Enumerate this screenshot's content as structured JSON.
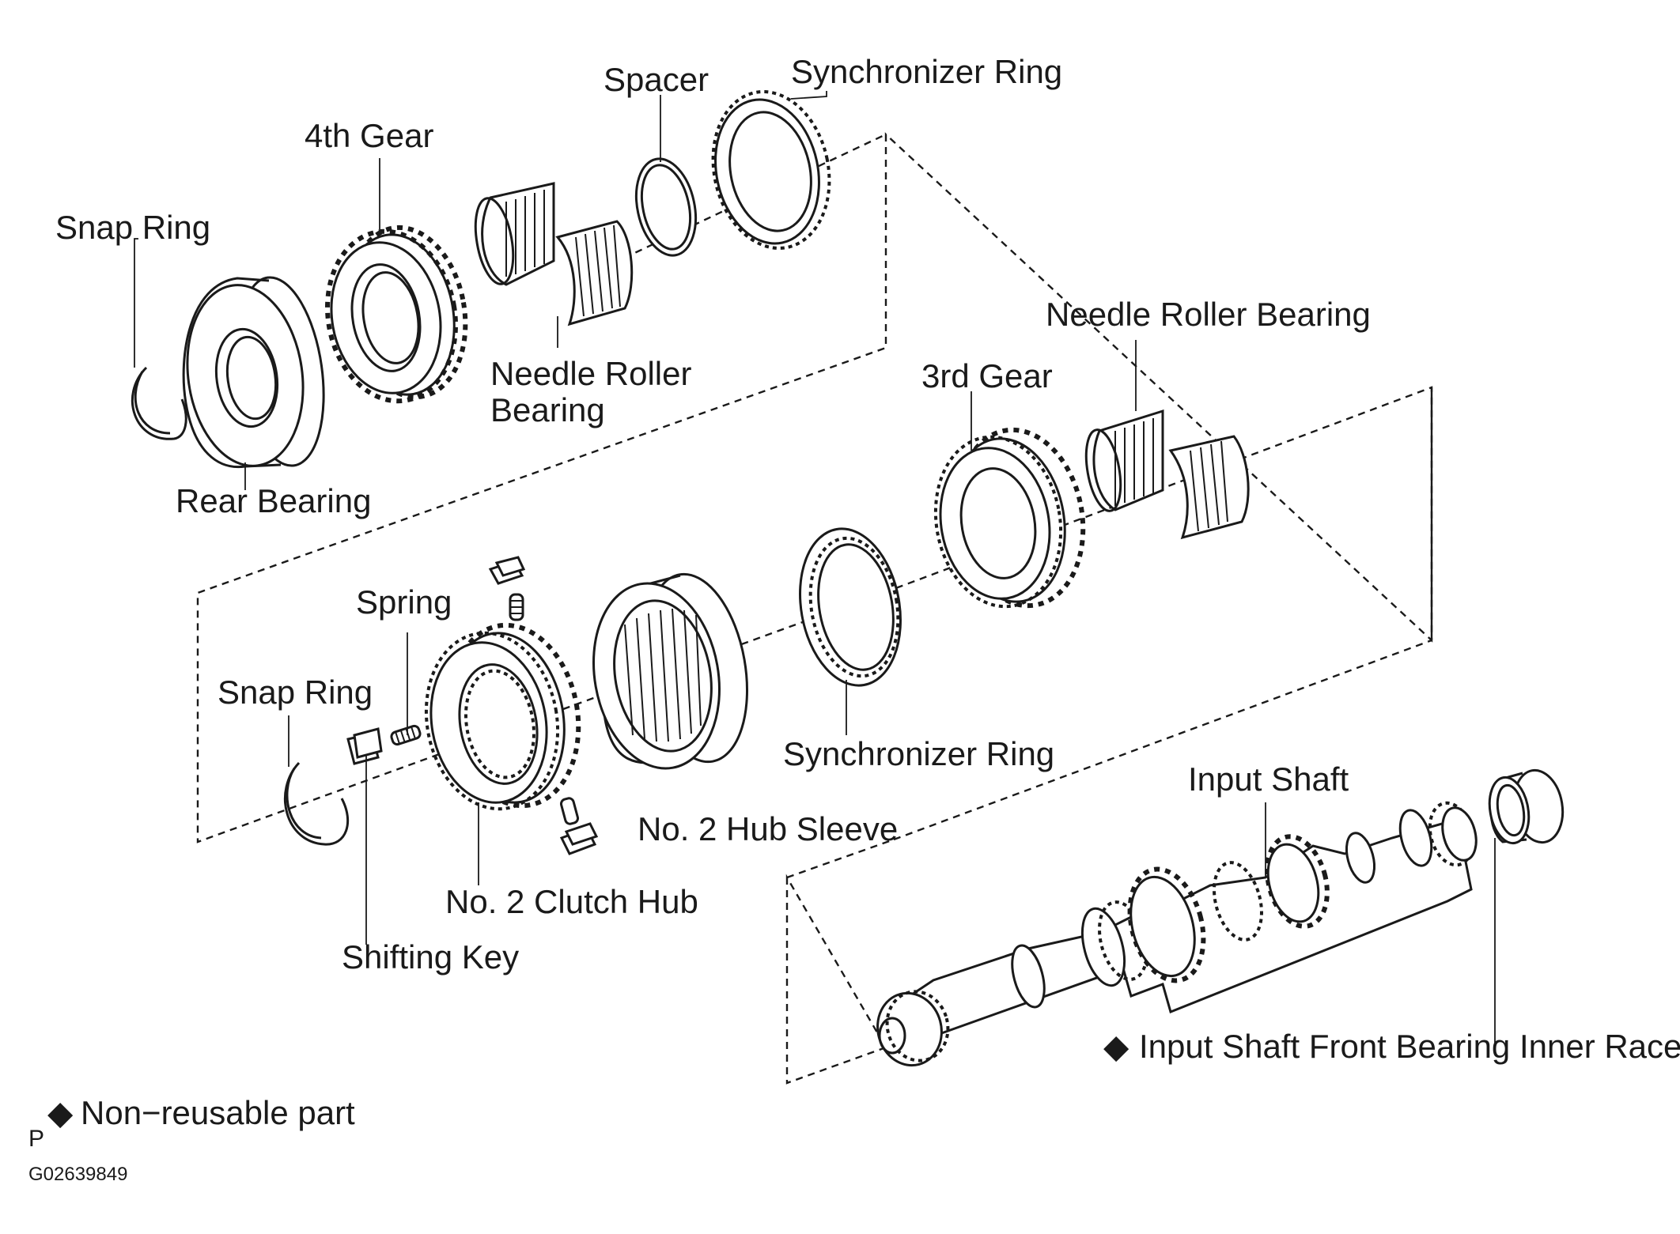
{
  "labels": {
    "spacer": "Spacer",
    "synchronizer_ring_top": "Synchronizer Ring",
    "fourth_gear": "4th Gear",
    "snap_ring_top": "Snap Ring",
    "needle_roller_bearing_top_line1": "Needle Roller",
    "needle_roller_bearing_top_line2": "Bearing",
    "needle_roller_bearing_right": "Needle Roller Bearing",
    "third_gear": "3rd Gear",
    "rear_bearing": "Rear Bearing",
    "spring": "Spring",
    "snap_ring_bottom": "Snap Ring",
    "synchronizer_ring_bottom": "Synchronizer Ring",
    "input_shaft": "Input Shaft",
    "no2_hub_sleeve": "No. 2 Hub Sleeve",
    "no2_clutch_hub": "No. 2 Clutch Hub",
    "shifting_key": "Shifting Key",
    "input_shaft_front_bearing_inner_race": "Input Shaft Front Bearing Inner Race"
  },
  "legend": {
    "symbol": "◆",
    "text": "Non−reusable part",
    "prefix": "P"
  },
  "non_reusable_marker": "◆",
  "figure_code": "G02639849"
}
